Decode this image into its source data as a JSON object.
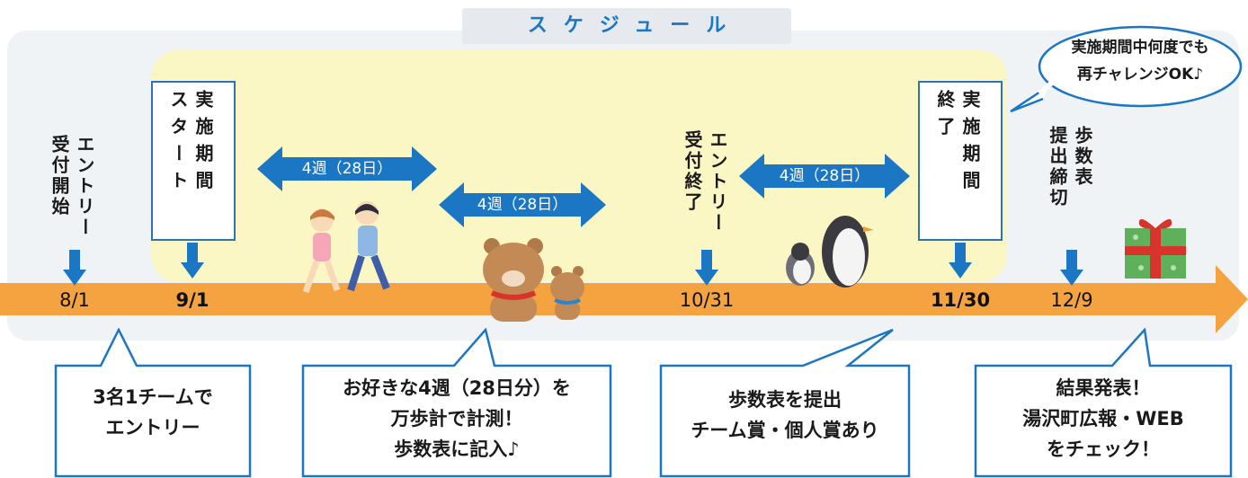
{
  "title": "スケジュール",
  "milestones": [
    {
      "date": "8/1",
      "label": "エントリー\n受付開始"
    },
    {
      "date": "9/1",
      "label": "実施期間\nスタート"
    },
    {
      "date": "10/31",
      "label": "エントリー\n受付終了"
    },
    {
      "date": "11/30",
      "label": "実施期間\n終了"
    },
    {
      "date": "12/9",
      "label": "歩数表\n提出締切"
    }
  ],
  "durations": [
    "4週（28日）",
    "4週（28日）",
    "4週（28日）"
  ],
  "callouts": {
    "top_right": "実施期間中何度でも\n再チャレンジOK♪",
    "team": "3名1チームで\nエントリー",
    "measure": "お好きな4週（28日分）を\n万歩計で計測！\n歩数表に記入♪",
    "submit": "歩数表を提出\nチーム賞・個人賞あり",
    "result": "結果発表！\n湯沢町広報・WEB\nをチェック！"
  },
  "colors": {
    "accent": "#1b76c4",
    "timeline": "#f4a340",
    "period": "#fbf7c4",
    "box_border": "#2b72b8"
  }
}
